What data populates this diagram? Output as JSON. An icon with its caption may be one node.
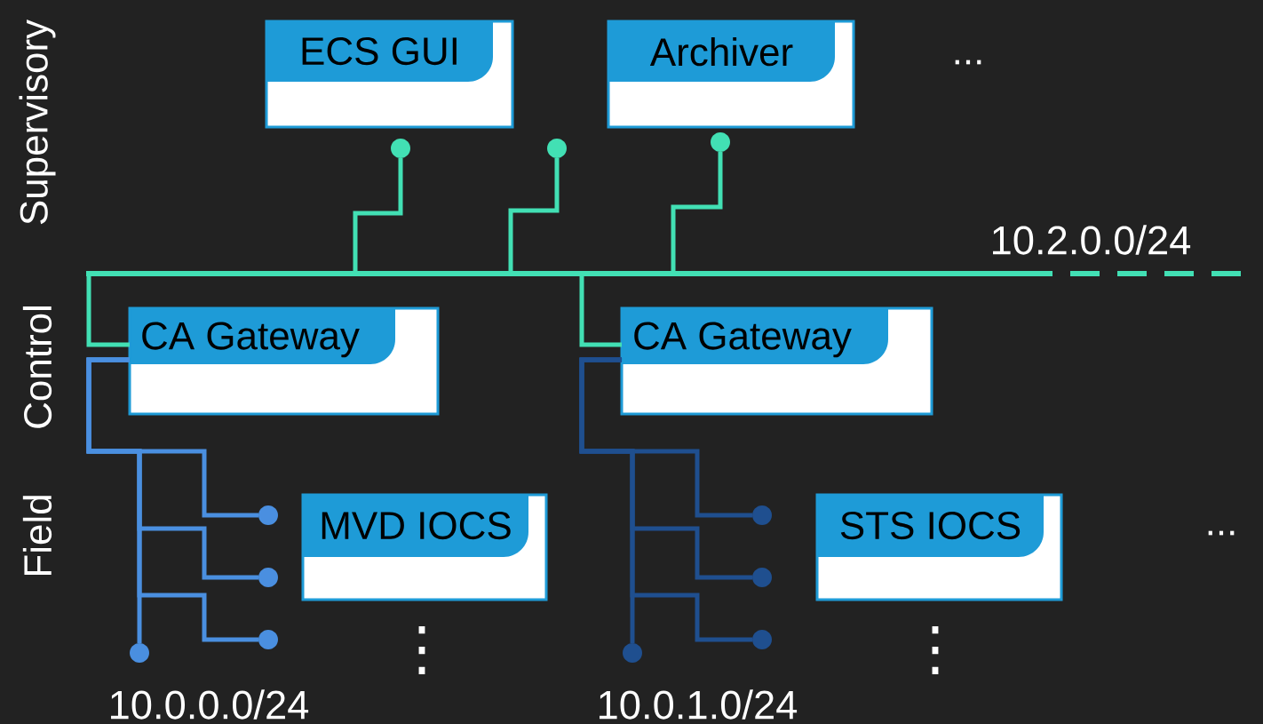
{
  "diagram": {
    "nodes": [
      {
        "text": [
          "ECS GUI"
        ]
      },
      {
        "text": [
          "Archiver"
        ]
      },
      {
        "text": [
          "CA Gateway"
        ]
      },
      {
        "text": [
          "CA Gateway"
        ]
      },
      {
        "text": [
          "MVD IOCS"
        ]
      },
      {
        "text": [
          "STS IOCS"
        ]
      },
      {
        "text": [],
        "shape": "circle"
      },
      {
        "text": [],
        "shape": "circle"
      },
      {
        "text": [],
        "shape": "circle"
      },
      {
        "text": [],
        "shape": "bar",
        "beside": [
          "10.2.0.0/24"
        ]
      },
      {
        "text": [],
        "shape": "circle"
      },
      {
        "text": [],
        "shape": "circle"
      },
      {
        "text": [],
        "shape": "circle"
      },
      {
        "text": [],
        "shape": "circle",
        "beside": [
          "10.0.0.0/24"
        ]
      },
      {
        "text": [],
        "shape": "circle"
      },
      {
        "text": [],
        "shape": "circle"
      },
      {
        "text": [],
        "shape": "circle"
      },
      {
        "text": [],
        "shape": "circle",
        "beside": [
          "10.0.1.0/24"
        ]
      }
    ],
    "edges": [
      {
        "from": 9,
        "to": 6,
        "arrow": "none",
        "color": "#42e0b4"
      },
      {
        "from": 9,
        "to": 7,
        "arrow": "none",
        "color": "#42e0b4"
      },
      {
        "from": 9,
        "to": 8,
        "arrow": "none",
        "color": "#42e0b4"
      },
      {
        "from": 9,
        "to": 2,
        "arrow": "none",
        "color": "#42e0b4"
      },
      {
        "from": 9,
        "to": 3,
        "arrow": "none",
        "color": "#42e0b4"
      },
      {
        "from": 2,
        "to": 10,
        "arrow": "none",
        "color": "#4a8fe0"
      },
      {
        "from": 2,
        "to": 11,
        "arrow": "none",
        "color": "#4a8fe0"
      },
      {
        "from": 2,
        "to": 12,
        "arrow": "none",
        "color": "#4a8fe0"
      },
      {
        "from": 2,
        "to": 13,
        "arrow": "none",
        "color": "#4a8fe0"
      },
      {
        "from": 3,
        "to": 14,
        "arrow": "none",
        "color": "#1f4f8f"
      },
      {
        "from": 3,
        "to": 15,
        "arrow": "none",
        "color": "#1f4f8f"
      },
      {
        "from": 3,
        "to": 16,
        "arrow": "none",
        "color": "#1f4f8f"
      },
      {
        "from": 3,
        "to": 17,
        "arrow": "none",
        "color": "#1f4f8f"
      }
    ],
    "labels": [
      "Supervisory",
      "Control",
      "Field",
      "...",
      "...",
      "⋮",
      "⋮"
    ]
  }
}
